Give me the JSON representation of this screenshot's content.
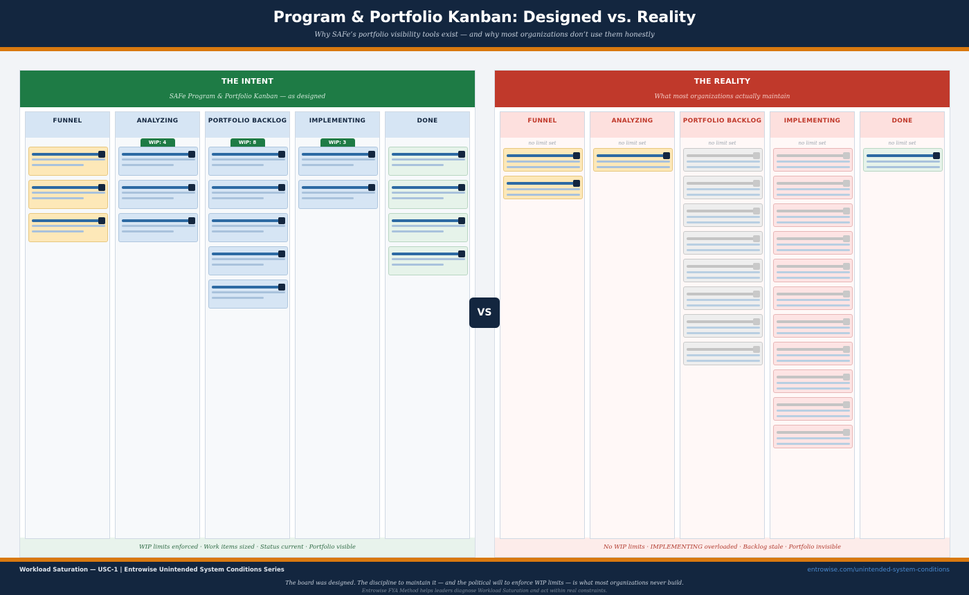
{
  "header": {
    "title": "Program & Portfolio Kanban: Designed vs. Reality",
    "subtitle": "Why SAFe’s portfolio visibility tools exist — and why most organizations don’t use them honestly"
  },
  "intent": {
    "title": "THE INTENT",
    "subtitle": "SAFe Program & Portfolio Kanban — as designed",
    "footer": "WIP limits enforced · Work items sized · Status current · Portfolio visible",
    "columns": [
      {
        "label": "FUNNEL",
        "wip": "",
        "cards": 3,
        "card_color": "yellow"
      },
      {
        "label": "ANALYZING",
        "wip": "WIP: 4",
        "cards": 3,
        "card_color": "blue"
      },
      {
        "label": "PORTFOLIO BACKLOG",
        "wip": "WIP: 8",
        "cards": 5,
        "card_color": "blue"
      },
      {
        "label": "IMPLEMENTING",
        "wip": "WIP: 3",
        "cards": 2,
        "card_color": "blue"
      },
      {
        "label": "DONE",
        "wip": "",
        "cards": 4,
        "card_color": "green"
      }
    ]
  },
  "reality": {
    "title": "THE REALITY",
    "subtitle": "What most organizations actually maintain",
    "footer": "No WIP limits · IMPLEMENTING overloaded · Backlog stale · Portfolio invisible",
    "columns": [
      {
        "label": "FUNNEL",
        "note": "no limit set",
        "cards": 2,
        "card_color": "yellow"
      },
      {
        "label": "ANALYZING",
        "note": "no limit set",
        "cards": 1,
        "card_color": "yellow"
      },
      {
        "label": "PORTFOLIO BACKLOG",
        "note": "no limit set",
        "cards": 8,
        "card_color": "gray"
      },
      {
        "label": "IMPLEMENTING",
        "note": "no limit set",
        "cards": 11,
        "card_color": "pink"
      },
      {
        "label": "DONE",
        "note": "no limit set",
        "cards": 1,
        "card_color": "green"
      }
    ]
  },
  "vs_label": "VS",
  "footer": {
    "series": "Workload Saturation — USC-1  |  Entrowise Unintended System Conditions Series",
    "url": "entrowise.com/unintended-system-conditions",
    "quote": "The board was designed. The discipline to maintain it — and the political will to enforce WIP limits — is what most organizations never build.",
    "tagline": "Entrowise FYA Method helps leaders diagnose Workload Saturation and act within real constraints."
  },
  "colors": {
    "navy": "#13263f",
    "orange": "#d9790f",
    "intent_green": "#1e7b45",
    "reality_red": "#c0392b"
  }
}
